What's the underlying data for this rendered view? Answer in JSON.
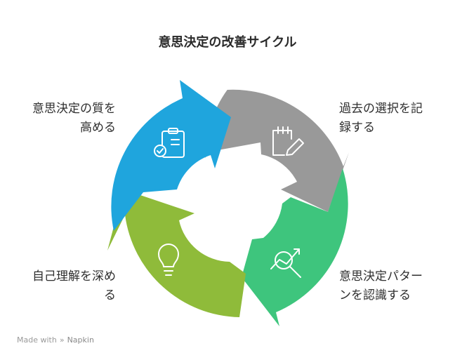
{
  "title": "意思決定の改善サイクル",
  "steps": [
    {
      "line1": "意思決定の質を",
      "line2": "高める",
      "color": "#1fa5dd",
      "icon": "clipboard-check-icon"
    },
    {
      "line1": "過去の選択を記",
      "line2": "録する",
      "color": "#999999",
      "icon": "notepad-pencil-icon"
    },
    {
      "line1": "意思決定パター",
      "line2": "ンを認識する",
      "color": "#3ec57d",
      "icon": "chart-search-icon"
    },
    {
      "line1": "自己理解を深め",
      "line2": "る",
      "color": "#8fbb3a",
      "icon": "lightbulb-icon"
    }
  ],
  "footer": {
    "prefix": "Made with",
    "brand": "Napkin"
  }
}
